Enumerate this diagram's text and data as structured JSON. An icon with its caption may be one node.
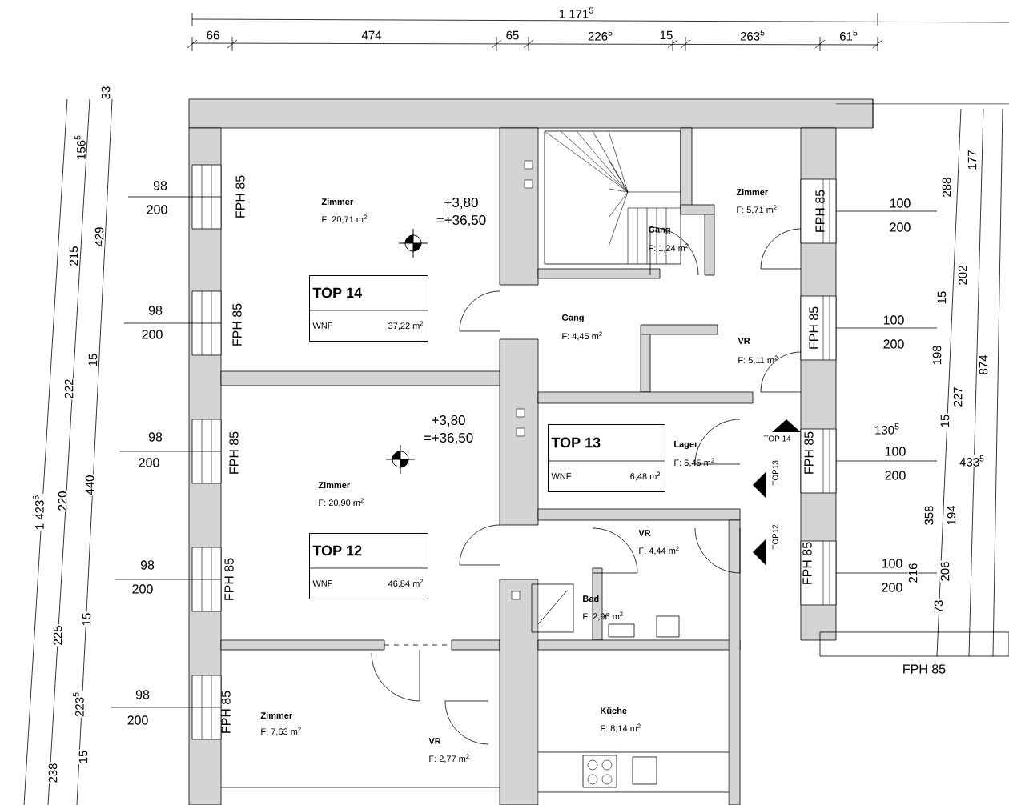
{
  "diagram": {
    "nodes": [
      {
        "text": [
          "TOP 14",
          "WNF",
          "37,22 m$^{2}$"
        ]
      },
      {
        "text": [
          "TOP 13",
          "WNF",
          "6,48 m$^{2}$"
        ]
      },
      {
        "text": [
          "TOP 12",
          "WNF",
          "46,84 m$^{2}$"
        ]
      }
    ],
    "labels": [
      "1 171$^{5}$",
      "66",
      "474",
      "65",
      "226$^{5}$",
      "15",
      "263$^{5}$",
      "61$^{5}$",
      "33",
      "156$^{5}$",
      "429",
      "215",
      "15",
      "222",
      "1 423$^{5}$",
      "220",
      "440",
      "225",
      "15",
      "223$^{5}$",
      "15",
      "238",
      "98",
      "200",
      "FPH 85",
      "98",
      "200",
      "FPH 85",
      "98",
      "200",
      "FPH 85",
      "98",
      "200",
      "FPH 85",
      "98",
      "200",
      "FPH 85",
      "Zimmer",
      "F: 20,71 m$^{2}$",
      "+3,80",
      "=+36,50",
      "Zimmer",
      "F: 5,71 m$^{2}$",
      "Gang",
      "F: 1,24 m$^{2}$",
      "Gang",
      "F: 4,45 m$^{2}$",
      "VR",
      "F: 5,11 m$^{2}$",
      "FPH 85",
      "100",
      "200",
      "FPH 85",
      "100",
      "200",
      "177",
      "288",
      "202",
      "15",
      "198",
      "874",
      "227",
      "+3,80",
      "15",
      "=+36,50",
      "Lager",
      "F: 6,45 m$^{2}$",
      "TOP 14",
      "TOP13",
      "FPH 85",
      "130$^{5}$",
      "100",
      "200",
      "433$^{5}$",
      "Zimmer",
      "F: 20,90 m$^{2}$",
      "VR",
      "F: 4,44 m$^{2}$",
      "TOP12",
      "358",
      "194",
      "FPH 85",
      "100",
      "200",
      "216",
      "206",
      "73",
      "Bad",
      "F: 2,96 m$^{2}$",
      "FPH 85",
      "Zimmer",
      "F: 7,63 m$^{2}$",
      "Küche",
      "F: 8,14 m$^{2}$",
      "VR",
      "F: 2,77 m$^{2}$"
    ]
  }
}
